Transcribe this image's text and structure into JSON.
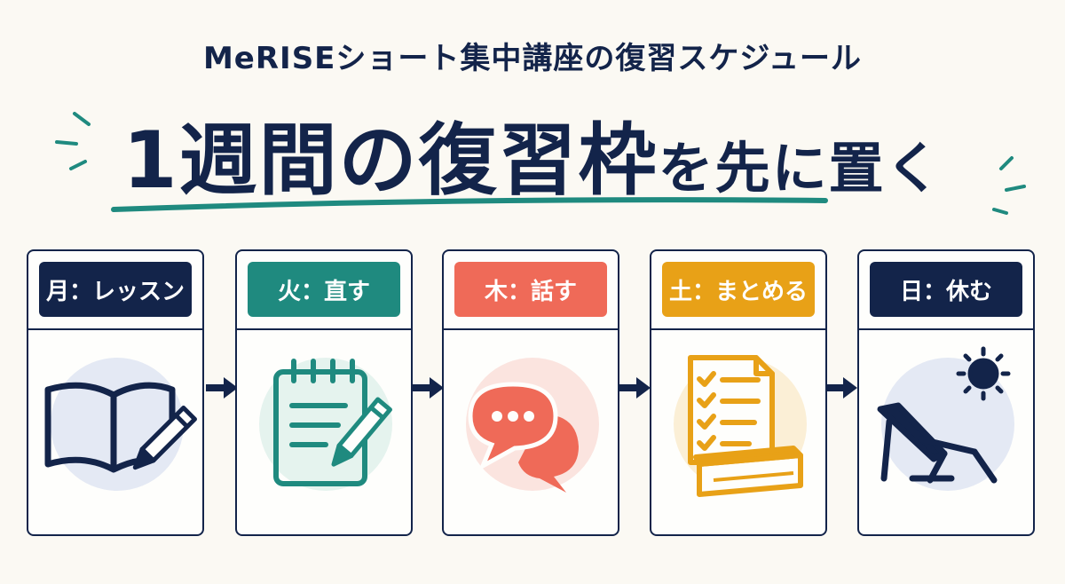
{
  "header": {
    "subtitle": "MeRISEショート集中講座の復習スケジュール",
    "headline_big": "1週間の復習枠",
    "headline_small": "を先に置く"
  },
  "colors": {
    "navy": "#13244a",
    "teal": "#1f8a7f",
    "coral": "#ef6a58",
    "gold": "#e8a117",
    "background": "#fbf9f3"
  },
  "schedule": [
    {
      "label": "月：レッスン",
      "icon": "open-book-pencil-icon",
      "color": "#13244a",
      "circle": "#e4e9f4"
    },
    {
      "label": "火：直す",
      "icon": "notepad-pencil-icon",
      "color": "#1f8a7f",
      "circle": "#e5f3ee"
    },
    {
      "label": "木：話す",
      "icon": "speech-bubbles-icon",
      "color": "#ef6a58",
      "circle": "#fbe4df"
    },
    {
      "label": "土：まとめる",
      "icon": "checklist-book-icon",
      "color": "#e8a117",
      "circle": "#fbefd6"
    },
    {
      "label": "日：休む",
      "icon": "beach-chair-sun-icon",
      "color": "#13244a",
      "circle": "#e4e9f4"
    }
  ]
}
